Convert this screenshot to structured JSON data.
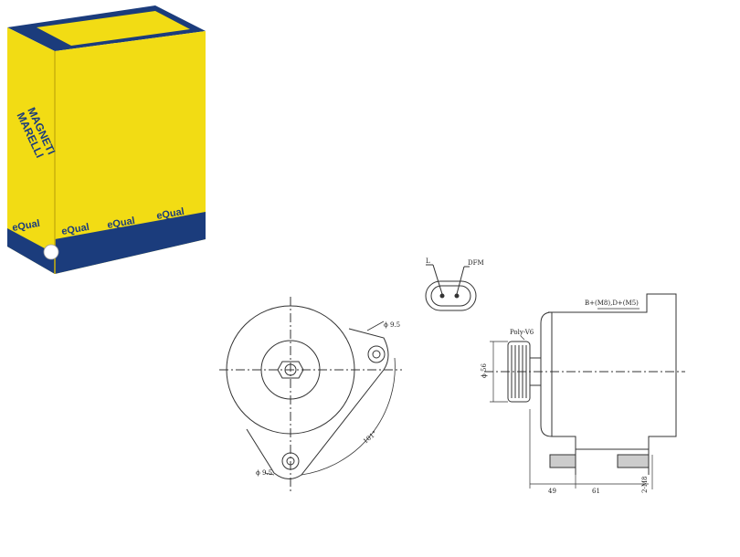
{
  "brand": {
    "logo_line1": "MAGNETI",
    "logo_line2": "MARELLI",
    "product_line": "eQual",
    "colors": {
      "yellow": "#f2dc14",
      "blue": "#1b3c7c",
      "dark_yellow": "#c9b20c"
    }
  },
  "connector": {
    "label_l": "L",
    "label_dfm": "DFM"
  },
  "front_view": {
    "hole_top_label": "ϕ 9.5",
    "hole_bottom_label": "ϕ 9.5",
    "arc_label": "101°"
  },
  "side_view": {
    "terminals_label": "B+(M8),D+(M5)",
    "pulley_label": "Poly-V6",
    "diameter_label": "ϕ 56",
    "dim_49": "49",
    "dim_61": "61",
    "thread_label": "2-M8"
  }
}
